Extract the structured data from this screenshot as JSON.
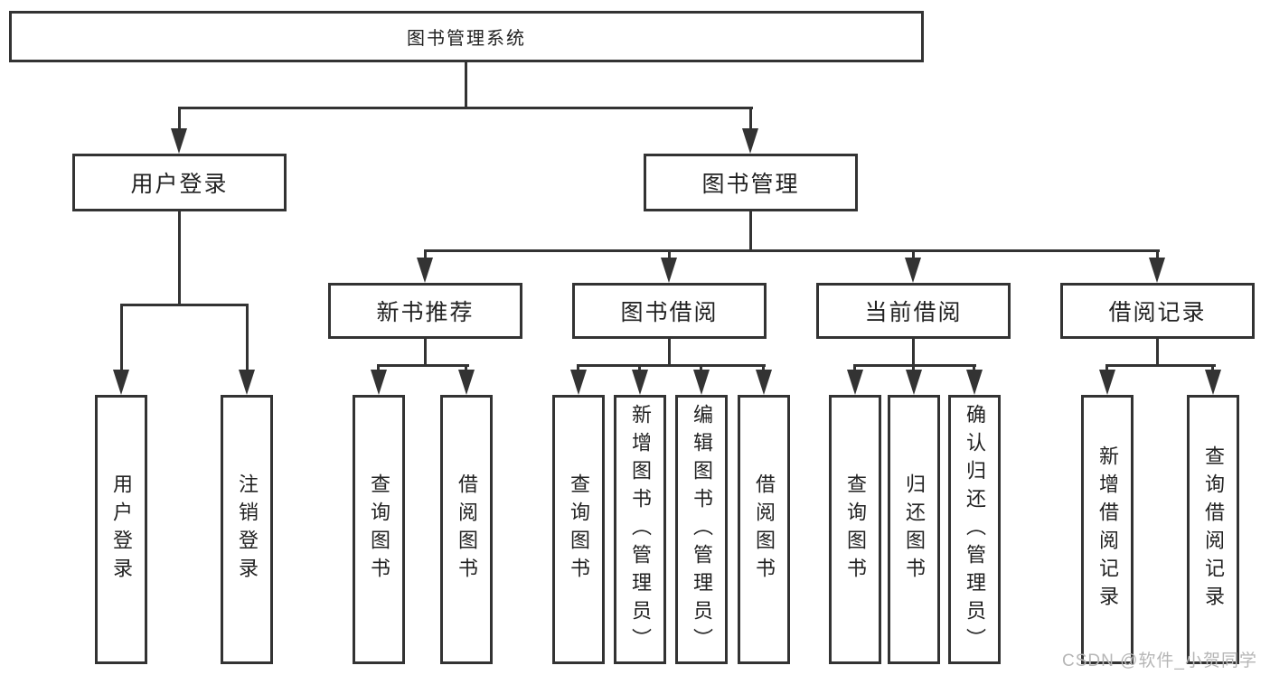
{
  "tree": {
    "label": "图书管理系统",
    "children": [
      {
        "label": "用户登录",
        "children": [
          {
            "label": "用户登录"
          },
          {
            "label": "注销登录"
          }
        ]
      },
      {
        "label": "图书管理",
        "children": [
          {
            "label": "新书推荐",
            "children": [
              {
                "label": "查询图书"
              },
              {
                "label": "借阅图书"
              }
            ]
          },
          {
            "label": "图书借阅",
            "children": [
              {
                "label": "查询图书"
              },
              {
                "label": "新增图书（管理员）"
              },
              {
                "label": "编辑图书（管理员）"
              },
              {
                "label": "借阅图书"
              }
            ]
          },
          {
            "label": "当前借阅",
            "children": [
              {
                "label": "查询图书"
              },
              {
                "label": "归还图书"
              },
              {
                "label": "确认归还（管理员）"
              }
            ]
          },
          {
            "label": "借阅记录",
            "children": [
              {
                "label": "新增借阅记录"
              },
              {
                "label": "查询借阅记录"
              }
            ]
          }
        ]
      }
    ]
  },
  "watermark": "CSDN @软件_小贺同学",
  "colors": {
    "line": "#333333",
    "text": "#222222",
    "watermark": "#b6b6b6",
    "background": "#ffffff"
  }
}
